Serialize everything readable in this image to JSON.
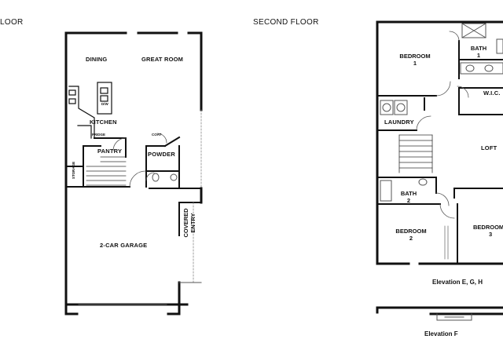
{
  "headings": {
    "first_floor": "LOOR",
    "second_floor": "SECOND FLOOR"
  },
  "first_floor_rooms": {
    "dining": "DINING",
    "great_room": "GREAT ROOM",
    "kitchen": "KITCHEN",
    "dw": "D/W",
    "fridge": "FRIDGE",
    "pantry": "PANTRY",
    "coat": "COAT",
    "powder": "POWDER",
    "storage": "STORAGE",
    "covered_entry": "COVERED ENTRY",
    "garage": "2-CAR GARAGE"
  },
  "second_floor_rooms": {
    "bedroom1": "BEDROOM",
    "bedroom1_num": "1",
    "bath1": "BATH",
    "bath1_num": "1",
    "wic": "W.I.C.",
    "laundry": "LAUNDRY",
    "loft": "LOFT",
    "bath2": "BATH",
    "bath2_num": "2",
    "bedroom2": "BEDROOM",
    "bedroom2_num": "2",
    "bedroom3": "BEDROOM",
    "bedroom3_num": "3"
  },
  "elevations": {
    "egh": "Elevation E, G, H",
    "f": "Elevation F"
  },
  "colors": {
    "wall": "#111111",
    "fixture": "#555555",
    "hatch": "#bbbbbb"
  }
}
